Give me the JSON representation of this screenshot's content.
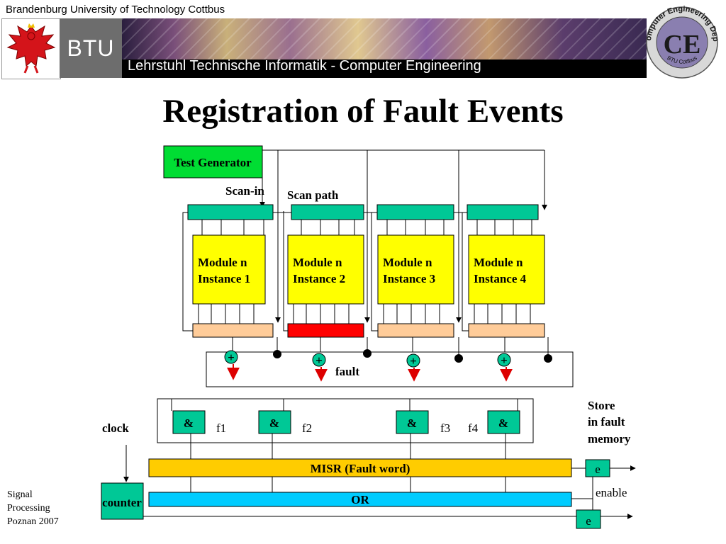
{
  "header": {
    "university": "Brandenburg University of Technology Cottbus",
    "logo_text": "BTU",
    "chair": "Lehrstuhl Technische Informatik - Computer Engineering",
    "ce_logo": {
      "initials": "CE",
      "ring_text": "Computer Engineering Dept.",
      "ring_text_lower": "BTU Cottbus"
    }
  },
  "slide": {
    "title": "Registration of Fault Events"
  },
  "diagram": {
    "test_generator": "Test Generator",
    "scan_in": "Scan-in",
    "scan_path": "Scan path",
    "modules": [
      {
        "line1": "Module n",
        "line2": "Instance 1",
        "output_register_faulty": false
      },
      {
        "line1": "Module n",
        "line2": "Instance 2",
        "output_register_faulty": true
      },
      {
        "line1": "Module n",
        "line2": "Instance 3",
        "output_register_faulty": false
      },
      {
        "line1": "Module n",
        "line2": "Instance 4",
        "output_register_faulty": false
      }
    ],
    "xor_symbol": "+",
    "fault_label": "fault",
    "and_symbol": "&",
    "fault_signals": [
      "f1",
      "f2",
      "f3",
      "f4"
    ],
    "clock": "clock",
    "counter": "counter",
    "misr": "MISR (Fault word)",
    "or_label": "OR",
    "store_label": [
      "Store",
      "in fault",
      "memory"
    ],
    "enable_label": "enable",
    "enable_box": "e",
    "colors": {
      "test_generator": "#00dd33",
      "scan_register": "#00c896",
      "module": "#ffff00",
      "output_register": "#ffcc99",
      "faulty_register": "#ff0000",
      "gate": "#00c896",
      "misr": "#ffcc00",
      "or_bar": "#00ccff",
      "fault_arrow": "#dd0000"
    }
  },
  "footer": {
    "lines": [
      "Signal",
      "Processing",
      "Poznan 2007"
    ]
  }
}
